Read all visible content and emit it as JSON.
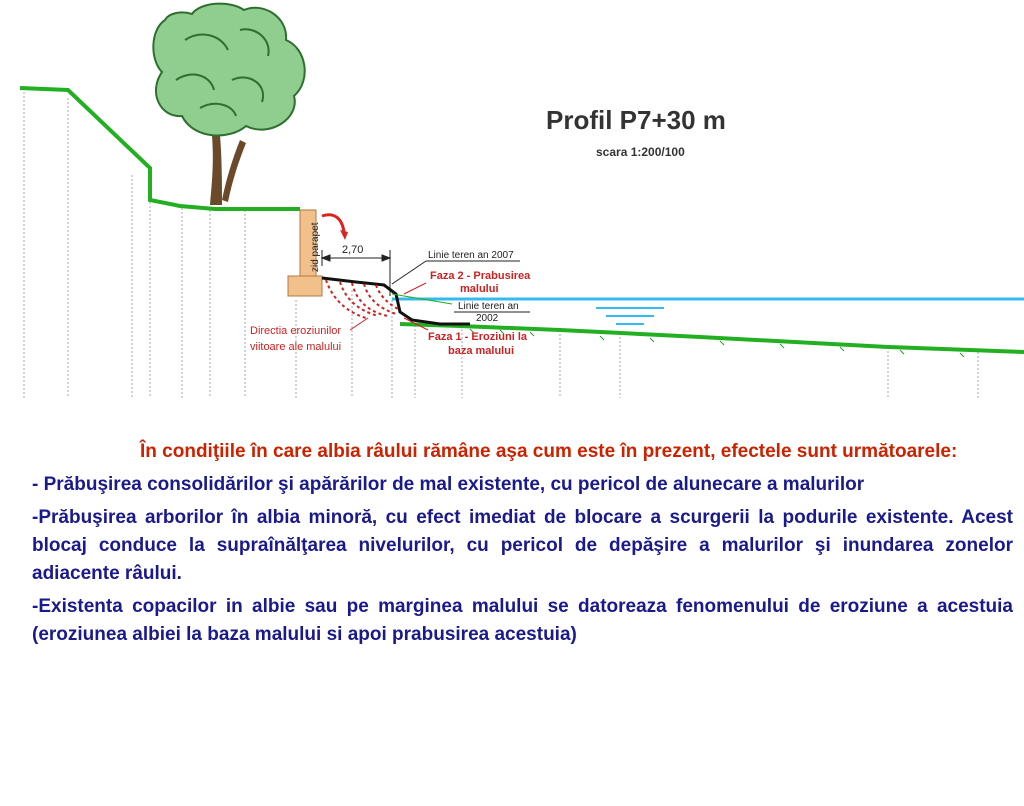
{
  "diagram": {
    "title": "Profil P7+30 m",
    "scale": "scara 1:200/100",
    "parapet_label": "zid parapet",
    "dimension": "2,70",
    "label_line_2007": "Linie teren an 2007",
    "label_phase2_line1": "Faza 2 - Prabusirea",
    "label_phase2_line2": "malului",
    "label_line_2002_line1": "Linie teren an",
    "label_line_2002_line2": "2002",
    "label_phase1_line1": "Faza 1 - Eroziuni la",
    "label_phase1_line2": "baza malului",
    "label_direction_line1": "Directia eroziunilor",
    "label_direction_line2": "viitoare ale malului",
    "colors": {
      "ground": "#22b022",
      "water": "#33bbee",
      "wall": "#f2c08a",
      "erosion": "#cc2222",
      "title": "#333333",
      "intro_text": "#cc2200",
      "body_text": "#1a1a8c"
    }
  },
  "text": {
    "intro": "În condiţiile în care albia râului rămâne aşa cum este în prezent, efectele sunt următoarele:",
    "p1": "- Prăbuşirea consolidărilor şi apărărilor de mal existente, cu pericol de alunecare a malurilor",
    "p2": "-Prăbuşirea arborilor în albia minoră, cu efect imediat de blocare a scurgerii la podurile existente. Acest blocaj conduce la supraînălţarea nivelurilor, cu pericol de depăşire a malurilor şi inundarea zonelor adiacente râului.",
    "p3": "-Existenta copacilor in albie sau pe marginea malului se datoreaza fenomenului de eroziune a acestuia (eroziunea albiei la baza malului si apoi prabusirea acestuia)"
  }
}
